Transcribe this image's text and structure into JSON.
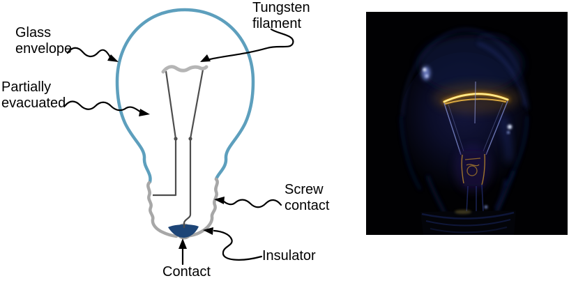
{
  "figure": {
    "labels": {
      "glass_envelope": "Glass\nenvelope",
      "partially_evacuated": "Partially\nevacuated",
      "tungsten_filament": "Tungsten\nfilament",
      "screw_contact": "Screw\ncontact",
      "insulator": "Insulator",
      "contact": "Contact"
    },
    "colors": {
      "envelope_blue": "#5d9fbd",
      "metal_gray": "#a7a7a7",
      "lead_wire_gray": "#4d4d4d",
      "filament_gray": "#b5b5b5",
      "insulator_navy": "#1d4577",
      "arrow_black": "#000000",
      "photo_background": "#010103",
      "photo_filament_yellow": "#ffd95e",
      "photo_glass_blue": "#3550c0"
    }
  }
}
